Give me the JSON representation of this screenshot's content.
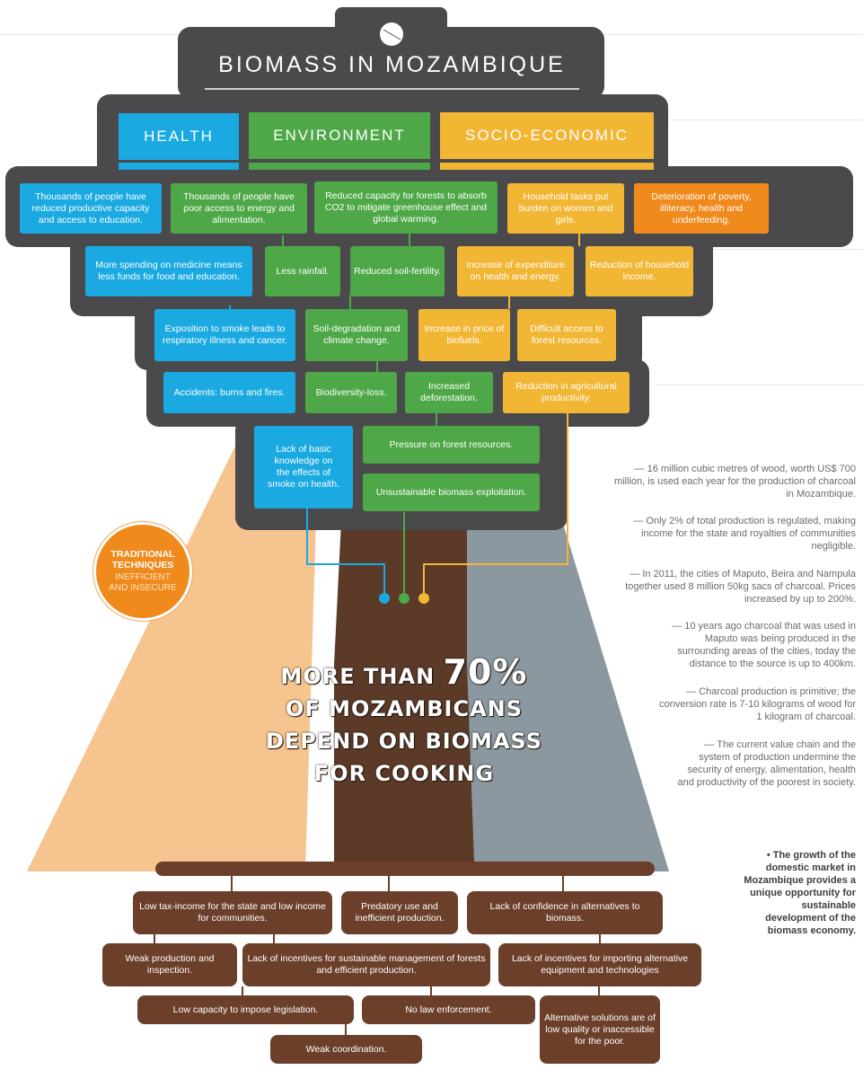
{
  "title": "BIOMASS IN MOZAMBIQUE",
  "categories": {
    "health": "HEALTH",
    "environment": "ENVIRONMENT",
    "socio": "SOCIO-ECONOMIC"
  },
  "canopy": {
    "b1": "Thousands of people have reduced productive capacity and access to education.",
    "b2": "Thousands of people have poor access to energy and alimentation.",
    "b3": "Reduced capacity for forests to absorb CO2 to mitigate greenhouse effect and global warming.",
    "b4": "Household tasks put burden on women and girls.",
    "b5": "Deterioration of poverty, illiteracy, health and underfeeding.",
    "b6": "More spending on medicine means less funds for food and education.",
    "b7": "Less rainfall.",
    "b8": "Reduced soil-fertility.",
    "b9": "Increase of expenditure on health and energy.",
    "b10": "Reduction of household income.",
    "b11": "Exposition to smoke leads to respiratory illness and cancer.",
    "b12": "Soil-degradation and climate change.",
    "b13": "Increase in price of biofuels.",
    "b14": "Difficult access to forest resources.",
    "b15": "Accidents: burns and fires.",
    "b16": "Biodiversity-loss.",
    "b17": "Increased deforestation.",
    "b18": "Reduction in agricultural productivity.",
    "b19": "Lack of basic knowledge on the effects of smoke on health.",
    "b20": "Pressure on forest resources.",
    "b21": "Unsustainable biomass exploitation."
  },
  "badge": {
    "line1": "TRADITIONAL TECHNIQUES",
    "line2": "INEFFICIENT AND INSECURE"
  },
  "trunk": {
    "l1a": "MORE THAN ",
    "l1b": "70%",
    "l2": "OF MOZAMBICANS",
    "l3": "DEPEND ON BIOMASS",
    "l4": "FOR COOKING"
  },
  "roots": {
    "r1": "Low tax-income for the state and low income for communities.",
    "r2": "Predatory use and inefficient production.",
    "r3": "Lack of confidence in alternatives to biomass.",
    "r4": "Weak production and inspection.",
    "r5": "Lack of incentives for sustainable management of forests and efficient production.",
    "r6": "Lack of incentives for importing alternative equipment and technologies",
    "r7": "Low capacity to impose legislation.",
    "r8": "No law enforcement.",
    "r9": "Alternative solutions are of low quality or inaccessible for the poor.",
    "r10": "Weak coordination."
  },
  "facts": {
    "f1": "— 16 million cubic metres of wood, worth US$ 700 million, is used each year for the production of charcoal in Mozambique.",
    "f2": "— Only 2% of total production is regulated, making income for the state and royalties of communities negligible.",
    "f3": "— In 2011, the cities of Maputo, Beira and Nampula together used 8 million 50kg sacs of charcoal. Prices increased by up to 200%.",
    "f4": "— 10 years ago charcoal that was used in Maputo was being produced in the surrounding areas of the cities, today the distance to the source is up to 400km.",
    "f5": "— Charcoal production is primitive; the conversion rate is 7-10 kilograms of wood for 1 kilogram of charcoal.",
    "f6": "— The current value chain and the system of production undermine the security of energy, alimentation, health and productivity of the poorest in society.",
    "f7": "• The growth of the domestic market in Mozambique provides a unique opportunity for sustainable development of the biomass economy."
  },
  "colors": {
    "blue": "#1aa9e1",
    "green": "#4ea847",
    "yellow": "#f2b635",
    "orange": "#f08a1c",
    "canopy": "#4a4a4c",
    "trunk": "#5c3a28",
    "root": "#6b3f2a",
    "grey": "#8c989f",
    "peach": "#f6c48e"
  }
}
